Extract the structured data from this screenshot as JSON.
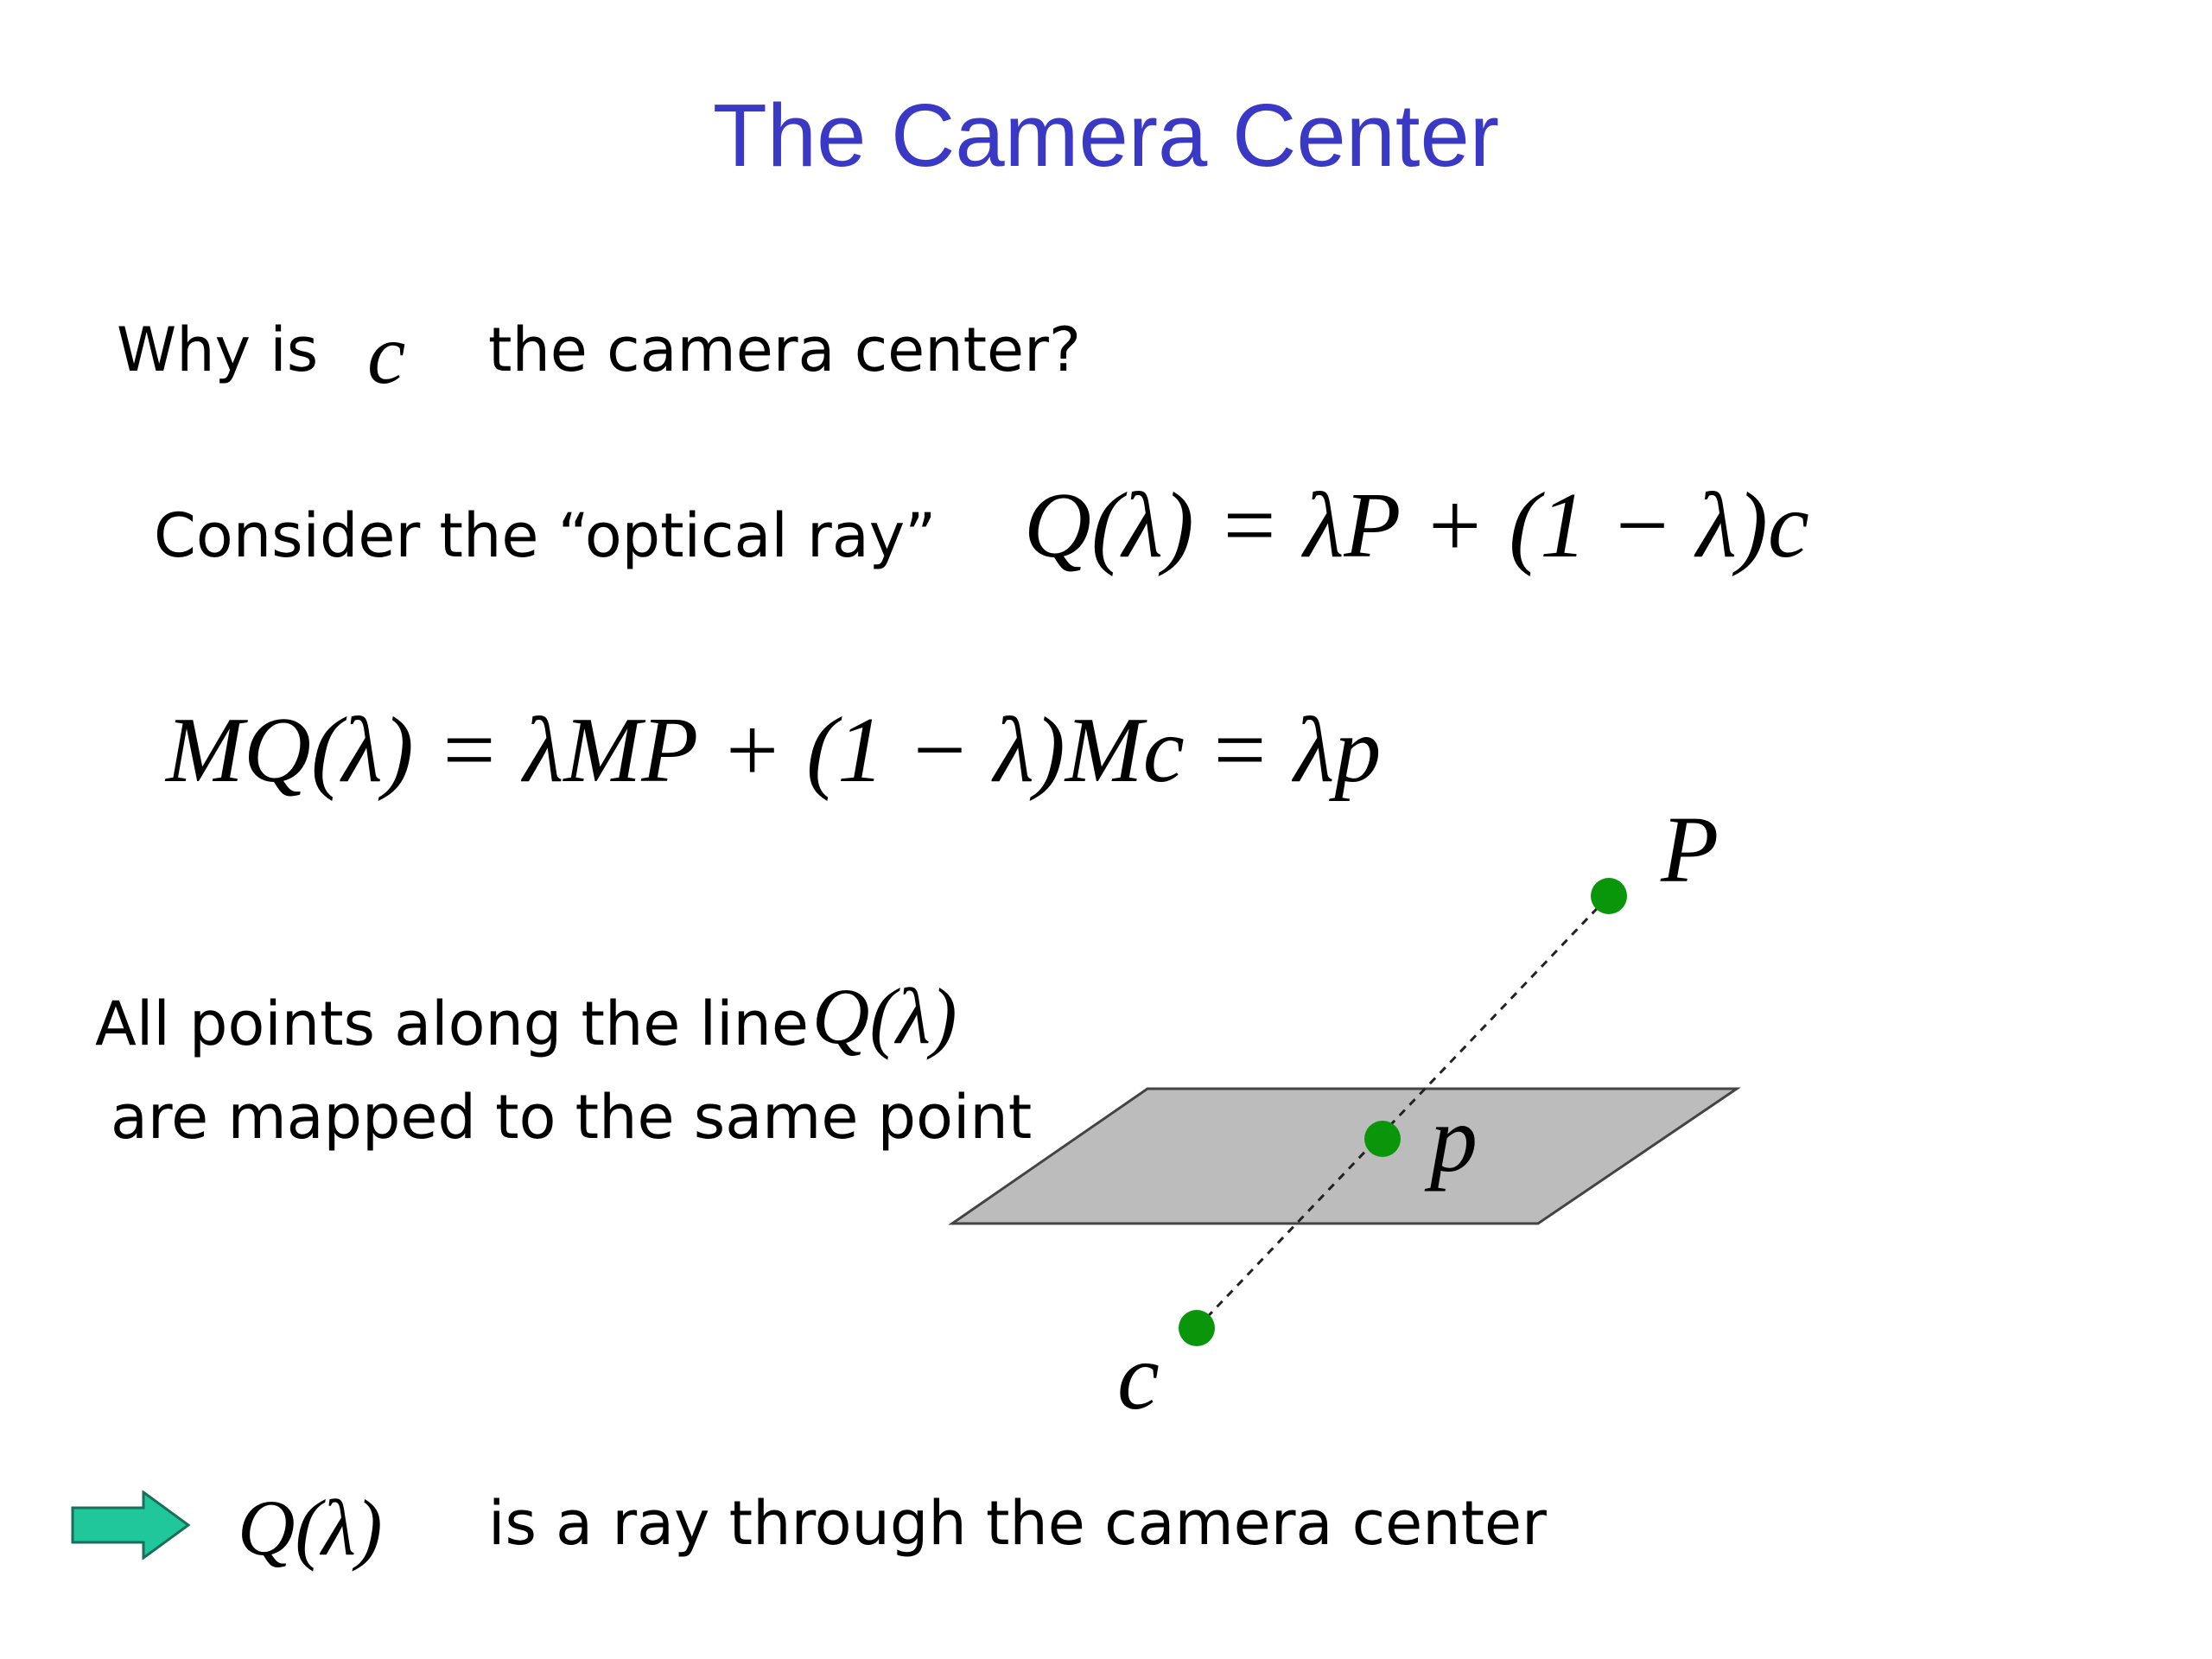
{
  "slide": {
    "title": "The Camera Center",
    "question": {
      "prefix": "Why is",
      "symbol": "c",
      "suffix": "the camera center?"
    },
    "optical_ray": {
      "label": "Consider the “optical ray”",
      "equation": "Q(λ) = λP + (1 − λ)c"
    },
    "mapping_equation": "MQ(λ) = λMP + (1 − λ)Mc = λp",
    "line_statement": {
      "line1_prefix": "All points along the line",
      "line1_symbol": "Q(λ)",
      "line2": "are mapped to the same point"
    },
    "diagram": {
      "label_P": "P",
      "label_p": "p",
      "label_c": "c",
      "point_color": "#0a960a",
      "plane_color": "#bcbcbc"
    },
    "conclusion": {
      "symbol": "Q(λ)",
      "text": "is a ray through the camera center",
      "arrow_color": "#1fc79a",
      "arrow_icon": "right-arrow-icon"
    }
  }
}
